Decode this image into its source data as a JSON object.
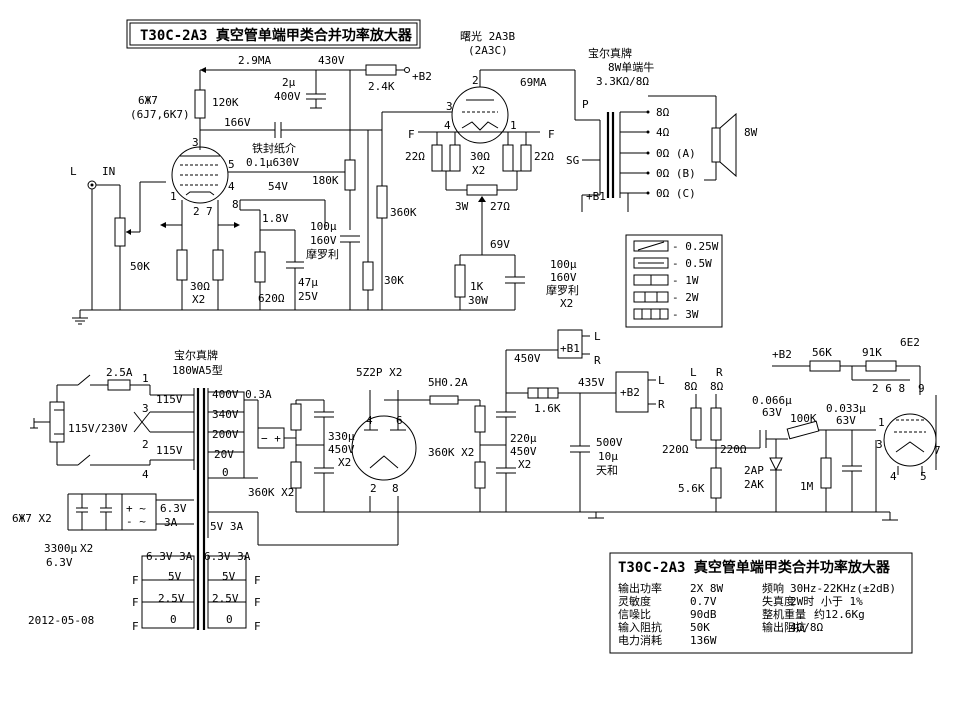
{
  "title_top": "T30C-2A3 真空管单端甲类合并功率放大器",
  "tube_input": "6Ж7",
  "tube_input_sub": "(6J7,6K7)",
  "tube_output": "曙光 2A3B",
  "tube_output_sub": "(2A3C)",
  "tube_driver": "6E2",
  "transformer_out_brand": "宝尔真牌",
  "transformer_out_type": "8W单端牛",
  "transformer_out_imp": "3.3KΩ/8Ω",
  "speaker": "8W",
  "power_tf_brand": "宝尔真牌",
  "power_tf_type": "180WA5型",
  "rectifier": "5Z2P X2",
  "date": "2012-05-08",
  "labels": {
    "l": "L",
    "in": "IN",
    "r": "R",
    "v29ma": "2.9MA",
    "v430": "430V",
    "cap2u": "2μ",
    "cap2u_v": "400V",
    "r24k": "2.4K",
    "b2": "+B2",
    "b1": "+B1",
    "ma69": "69MA",
    "r120k": "120K",
    "v166": "166V",
    "cap_paper": "铁封纸介",
    "cap_paper_v": "0.1μ630V",
    "v54": "54V",
    "r180k": "180K",
    "v18": "1.8V",
    "c100u": "100μ",
    "c100u_v": "160V",
    "moluoli": "摩罗利",
    "r50k": "50K",
    "r30": "30Ω",
    "x2": "X2",
    "r620": "620Ω",
    "c47u": "47μ",
    "c47u_v": "25V",
    "r30k": "30K",
    "r360k": "360K",
    "r22": "22Ω",
    "r30b": "30Ω",
    "r3w": "3W",
    "r27": "27Ω",
    "v69": "69V",
    "r1k": "1K",
    "r1k_w": "30W",
    "c100b": "100μ",
    "c160b": "160V",
    "p": "P",
    "sg": "SG",
    "f": "F",
    "t8": "8Ω",
    "t4": "4Ω",
    "t0a": "0Ω (A)",
    "t0b": "0Ω (B)",
    "t0c": "0Ω (C)",
    "fuse": "2.5A",
    "mains": "115V/230V",
    "v115": "115V",
    "p400": "400V 0.3A",
    "p340": "340V",
    "p200": "200V",
    "p20": "20V",
    "p0": "0",
    "p5v": "5V 3A",
    "cf330": "330μ",
    "cf450": "450V",
    "r360x2": "360K X2",
    "choke": "5H0.2A",
    "v450": "450V",
    "v435": "435V",
    "r16k": "1.6K",
    "c220": "220μ",
    "c500": "500V",
    "c10u": "10μ",
    "tianhe": "天和",
    "r360kx2": "360K X2",
    "r56k": "56K",
    "r91k": "91K",
    "r8": "8Ω",
    "r220": "220Ω",
    "c066": "0.066μ",
    "c63": "63V",
    "r100k": "100K",
    "c033": "0.033μ",
    "d2ap": "2AP",
    "d2ak": "2AK",
    "r1m": "1M",
    "r56kb": "5.6K",
    "h63v": "6.3V",
    "h3a": "3A",
    "h63v3a": "6.3V 3A",
    "h5v": "5V",
    "h25v": "2.5V",
    "h0": "0",
    "c3300": "3300μ",
    "c63v": "6.3V",
    "num1": "1",
    "num2": "2",
    "num3": "3",
    "num4": "4",
    "num5": "5",
    "num6": "6",
    "num7": "7",
    "num8": "8",
    "num9": "9",
    "num268": "2 6 8"
  },
  "legend": [
    "0.25W",
    "0.5W",
    "1W",
    "2W",
    "3W"
  ],
  "specs": {
    "title": "T30C-2A3 真空管单端甲类合并功率放大器",
    "rows_left": [
      [
        "输出功率",
        "2X 8W"
      ],
      [
        "灵敏度",
        "0.7V"
      ],
      [
        "信噪比",
        "90dB"
      ],
      [
        "输入阻抗",
        "50K"
      ],
      [
        "电力消耗",
        "136W"
      ]
    ],
    "rows_right": [
      [
        "频响",
        "30Hz-22KHz(±2dB)"
      ],
      [
        "失真度",
        "2W时  小于 1%"
      ],
      [
        "整机重量",
        "约12.6Kg"
      ],
      [
        "输出阻抗",
        "4Ω/8Ω"
      ]
    ]
  }
}
